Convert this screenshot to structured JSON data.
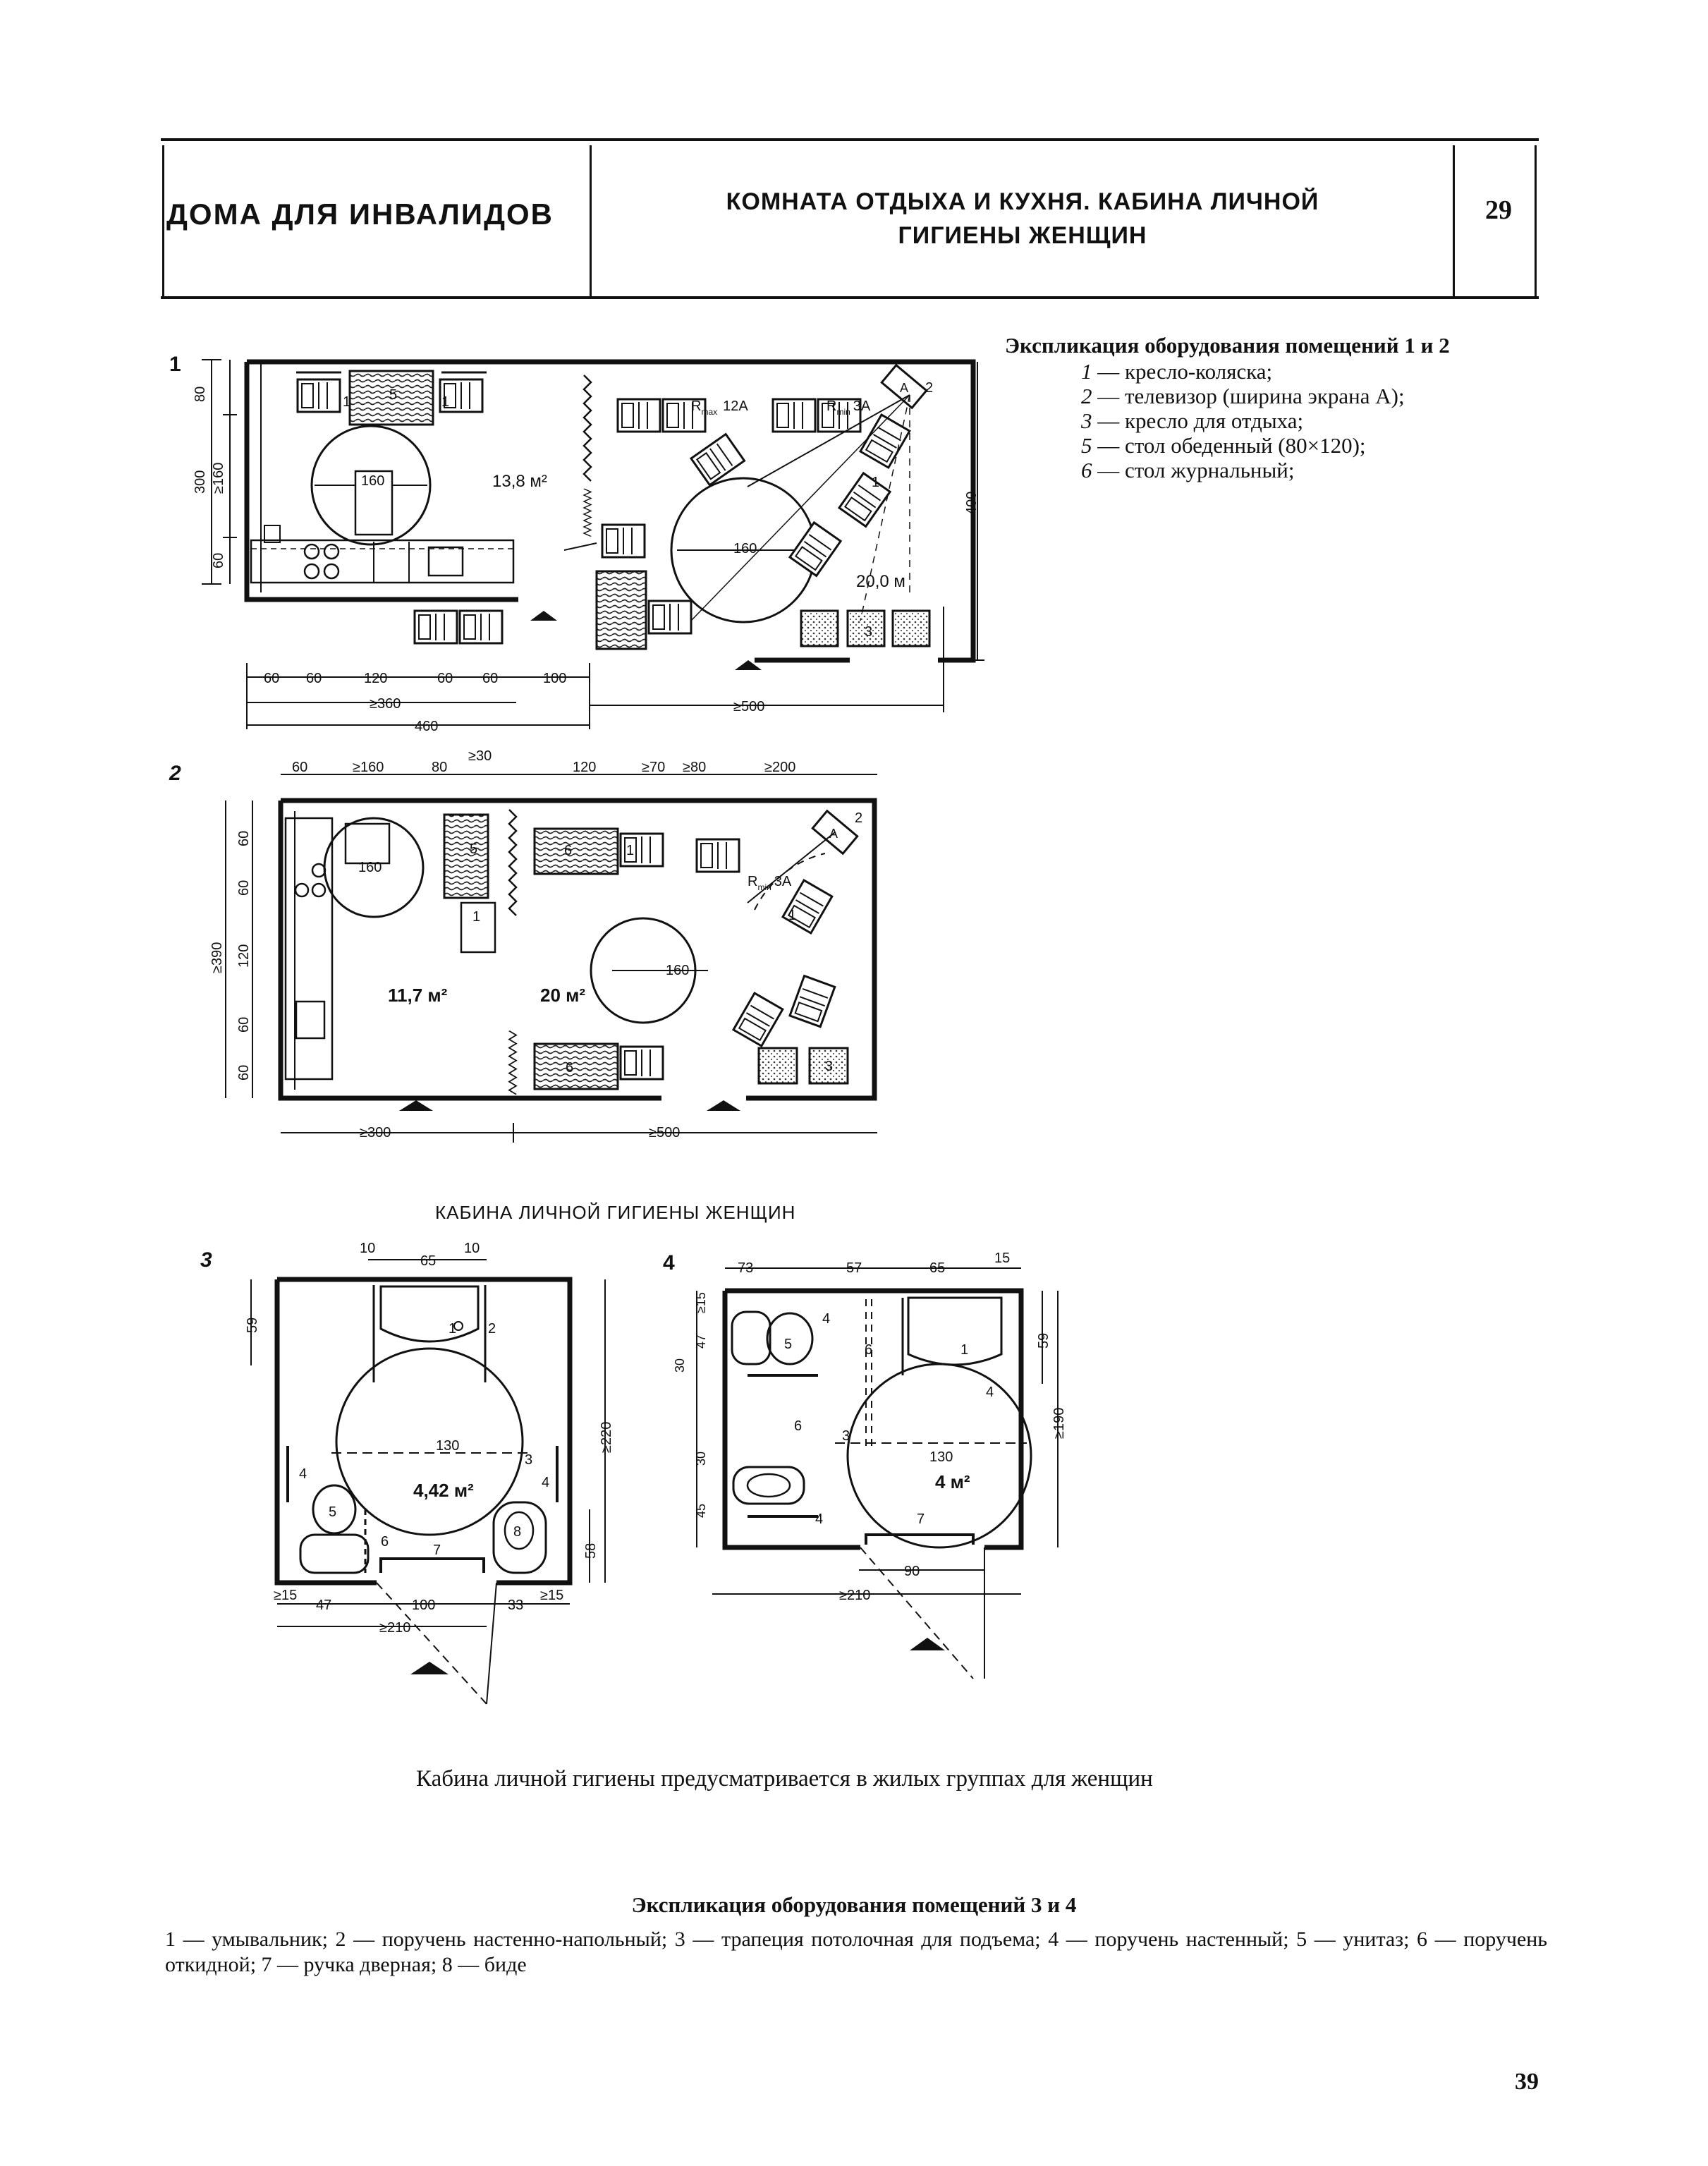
{
  "header": {
    "left_title": "ДОМА ДЛЯ ИНВАЛИДОВ",
    "center_title_line1": "КОМНАТА ОТДЫХА И КУХНЯ. КАБИНА ЛИЧНОЙ",
    "center_title_line2": "ГИГИЕНЫ ЖЕНЩИН",
    "sheet_number": "29"
  },
  "legend_rooms_1_2": {
    "title": "Экспликация оборудования помещений 1 и 2",
    "items": [
      {
        "num": "1",
        "text": "— кресло-коляска;"
      },
      {
        "num": "2",
        "text": "— телевизор (ширина экрана A);"
      },
      {
        "num": "3",
        "text": "— кресло для отдыха;"
      },
      {
        "num": "5",
        "text": "— стол обеденный (80×120);"
      },
      {
        "num": "6",
        "text": "— стол журнальный;"
      }
    ]
  },
  "figures": {
    "fig1": {
      "label": "1",
      "area_kitchen": "13,8 м²",
      "area_lounge": "20,0 м",
      "turn_circle": "160",
      "radius_max": "R",
      "radius_max_sub": "max",
      "radius_max_val": "12A",
      "radius_min": "R",
      "radius_min_sub": "min",
      "radius_min_val": "3A",
      "screen_label": "A",
      "dim_vertical": [
        "80",
        "≥160",
        "300",
        "60"
      ],
      "dim_right": "400",
      "dim_bottom_row1": [
        "60",
        "60",
        "120",
        "60",
        "60",
        "100"
      ],
      "dim_bottom_row2": "≥360",
      "dim_bottom_row3": "460",
      "dim_bottom_lounge": "≥500"
    },
    "fig2": {
      "label": "2",
      "area_kitchen": "11,7 м²",
      "area_lounge": "20 м²",
      "turn_circle": "160",
      "radius_min": "R",
      "radius_min_sub": "min",
      "radius_min_val": "3A",
      "screen_label": "A",
      "dim_top": [
        "60",
        "≥160",
        "80",
        "≥30",
        "120",
        "≥70",
        "≥80",
        "≥200"
      ],
      "dim_left": [
        "60",
        "60",
        "120",
        "60",
        "60"
      ],
      "dim_left_total": "≥390",
      "dim_bottom": [
        "≥300",
        "≥500"
      ]
    },
    "section_title": "КАБИНА ЛИЧНОЙ ГИГИЕНЫ ЖЕНЩИН",
    "fig3": {
      "label": "3",
      "area": "4,42 м²",
      "turn_circle": "130",
      "dim_top": [
        "10",
        "65",
        "10"
      ],
      "dim_left": "59",
      "dim_right": "≥220",
      "dim_right_lower": "58",
      "dim_bottom": [
        "≥15",
        "47",
        "100",
        "33",
        "≥15"
      ],
      "dim_total": "≥210"
    },
    "fig4": {
      "label": "4",
      "area": "4 м²",
      "turn_circle": "130",
      "dim_top": [
        "73",
        "57",
        "65",
        "15"
      ],
      "dim_left": [
        "≥15",
        "47",
        "30",
        "30",
        "45"
      ],
      "dim_right": [
        "59",
        "≥190"
      ],
      "dim_bottom": [
        "90",
        "≥210"
      ]
    }
  },
  "caption": "Кабина личной гигиены предусматривается в жилых группах для женщин",
  "legend_rooms_3_4": {
    "title": "Экспликация оборудования помещений 3 и 4",
    "text": "1 — умывальник; 2 — поручень настенно-напольный; 3 — трапеция потолочная для подъема; 4 — поручень настенный; 5 — унитаз; 6 — поручень откидной; 7 — ручка дверная; 8 — биде"
  },
  "page_number": "39"
}
